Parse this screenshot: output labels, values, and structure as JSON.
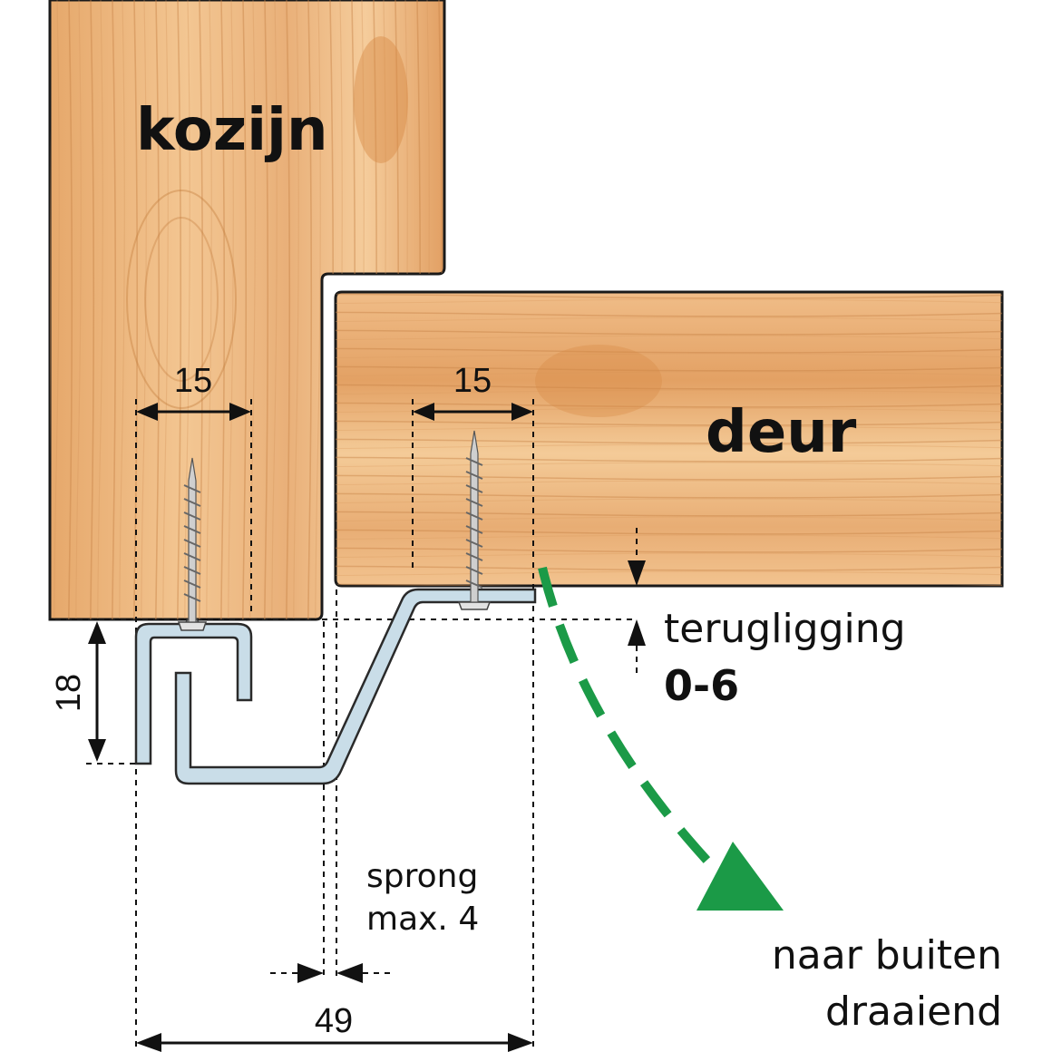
{
  "labels": {
    "frame": "kozijn",
    "door": "deur",
    "dim_frame_width": "15",
    "dim_door_width": "15",
    "dim_height": "18",
    "dim_total": "49",
    "recess_label": "terugligging",
    "recess_value": "0-6",
    "step_line1": "sprong",
    "step_line2": "max. 4",
    "direction_line1": "naar buiten",
    "direction_line2": "draaiend"
  },
  "colors": {
    "wood_light": "#f2c08a",
    "wood_mid": "#e3a264",
    "wood_dark": "#c97a3e",
    "profile_fill": "#c9dde8",
    "profile_stroke": "#2a2a2a",
    "arrow_green": "#1b9a47",
    "text": "#111111"
  },
  "icons": {
    "screw": "screw-icon",
    "arrow": "swing-arrow-icon"
  }
}
